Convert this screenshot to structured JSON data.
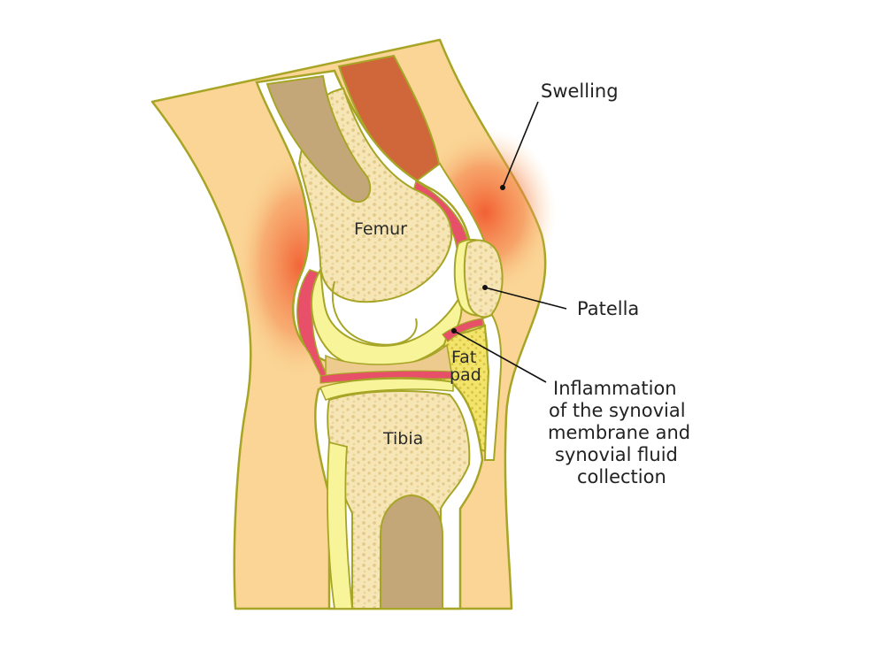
{
  "labels": {
    "swelling": "Swelling",
    "femur": "Femur",
    "patella": "Patella",
    "fat_pad_line1": "Fat",
    "fat_pad_line2": "pad",
    "tibia": "Tibia",
    "inflammation_line1": "Inflammation",
    "inflammation_line2": "of the synovial",
    "inflammation_line3": "membrane and",
    "inflammation_line4": "synovial fluid",
    "inflammation_line5": "collection"
  },
  "colors": {
    "skin": "#FAD595",
    "skin_outline": "#A7A526",
    "inflamed_glow": "#F26A3D",
    "bone_spongy": "#F7E6B5",
    "bone_outline": "#A7A526",
    "cartilage": "#F7F49A",
    "marrow": "#C4A779",
    "muscle": "#D0673A",
    "synovial_membrane": "#E8506A",
    "fat_pad": "#F2E36A"
  }
}
